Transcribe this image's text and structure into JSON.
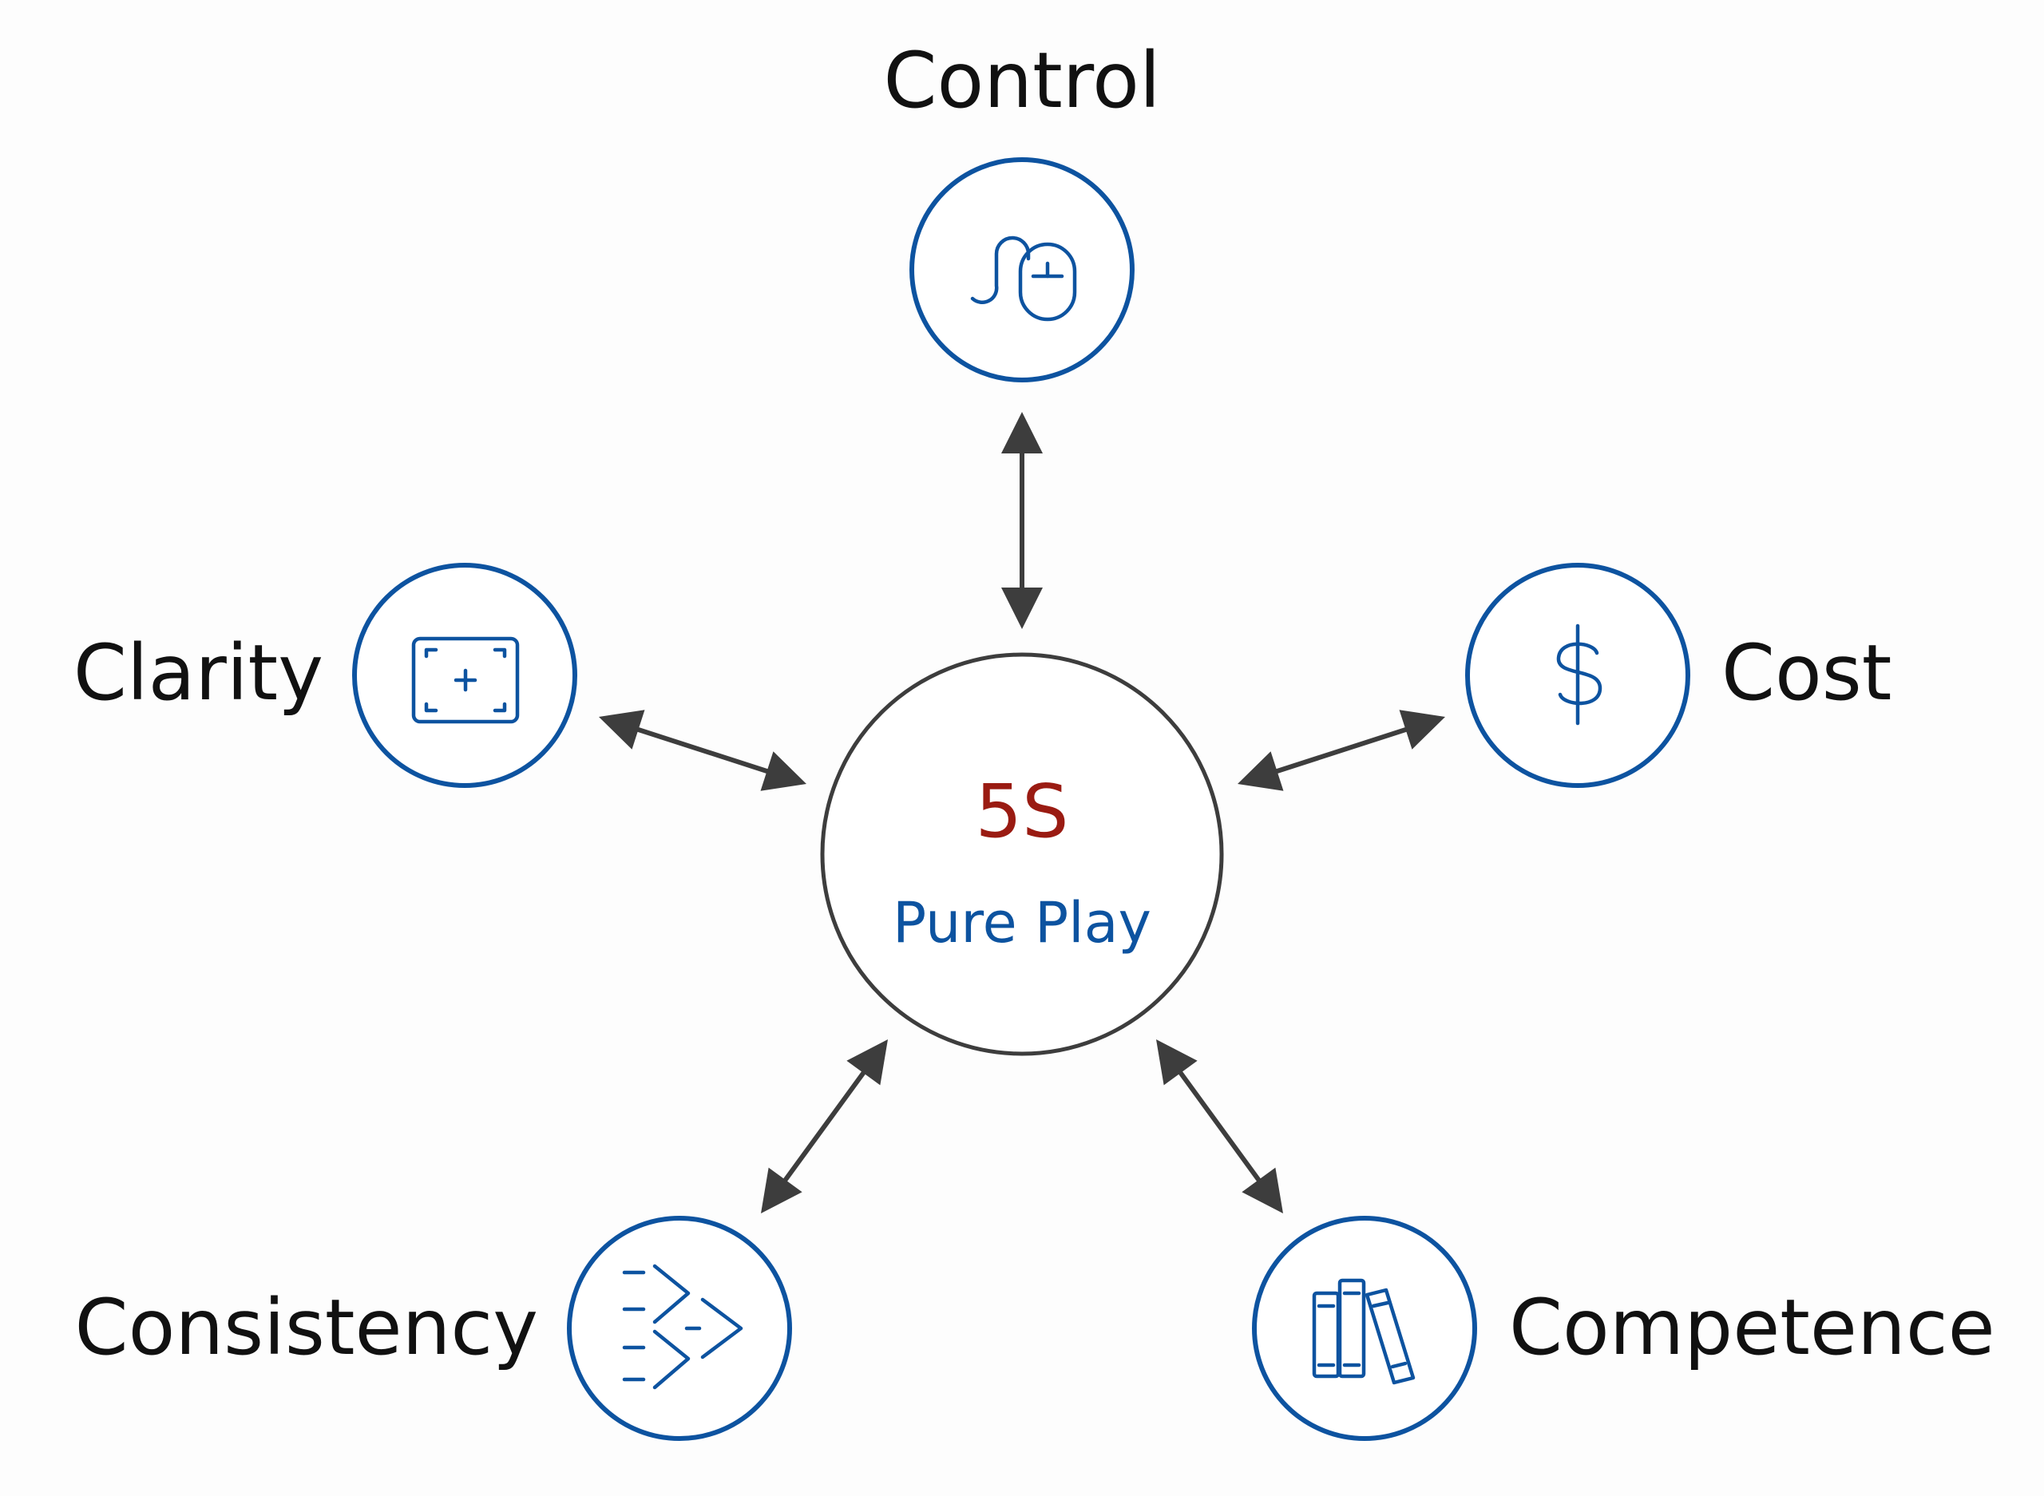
{
  "center": {
    "title": "5S",
    "subtitle": "Pure Play"
  },
  "nodes": {
    "control": {
      "label": "Control",
      "icon": "mouse-icon"
    },
    "clarity": {
      "label": "Clarity",
      "icon": "frame-focus-icon"
    },
    "cost": {
      "label": "Cost",
      "icon": "dollar-icon"
    },
    "consistency": {
      "label": "Consistency",
      "icon": "forward-arrows-icon"
    },
    "competence": {
      "label": "Competence",
      "icon": "books-icon"
    }
  },
  "colors": {
    "accent_blue": "#0d53a0",
    "title_red": "#9a1b12",
    "connector": "#3d3d3d",
    "text": "#111111",
    "background": "#fdfdfd"
  }
}
